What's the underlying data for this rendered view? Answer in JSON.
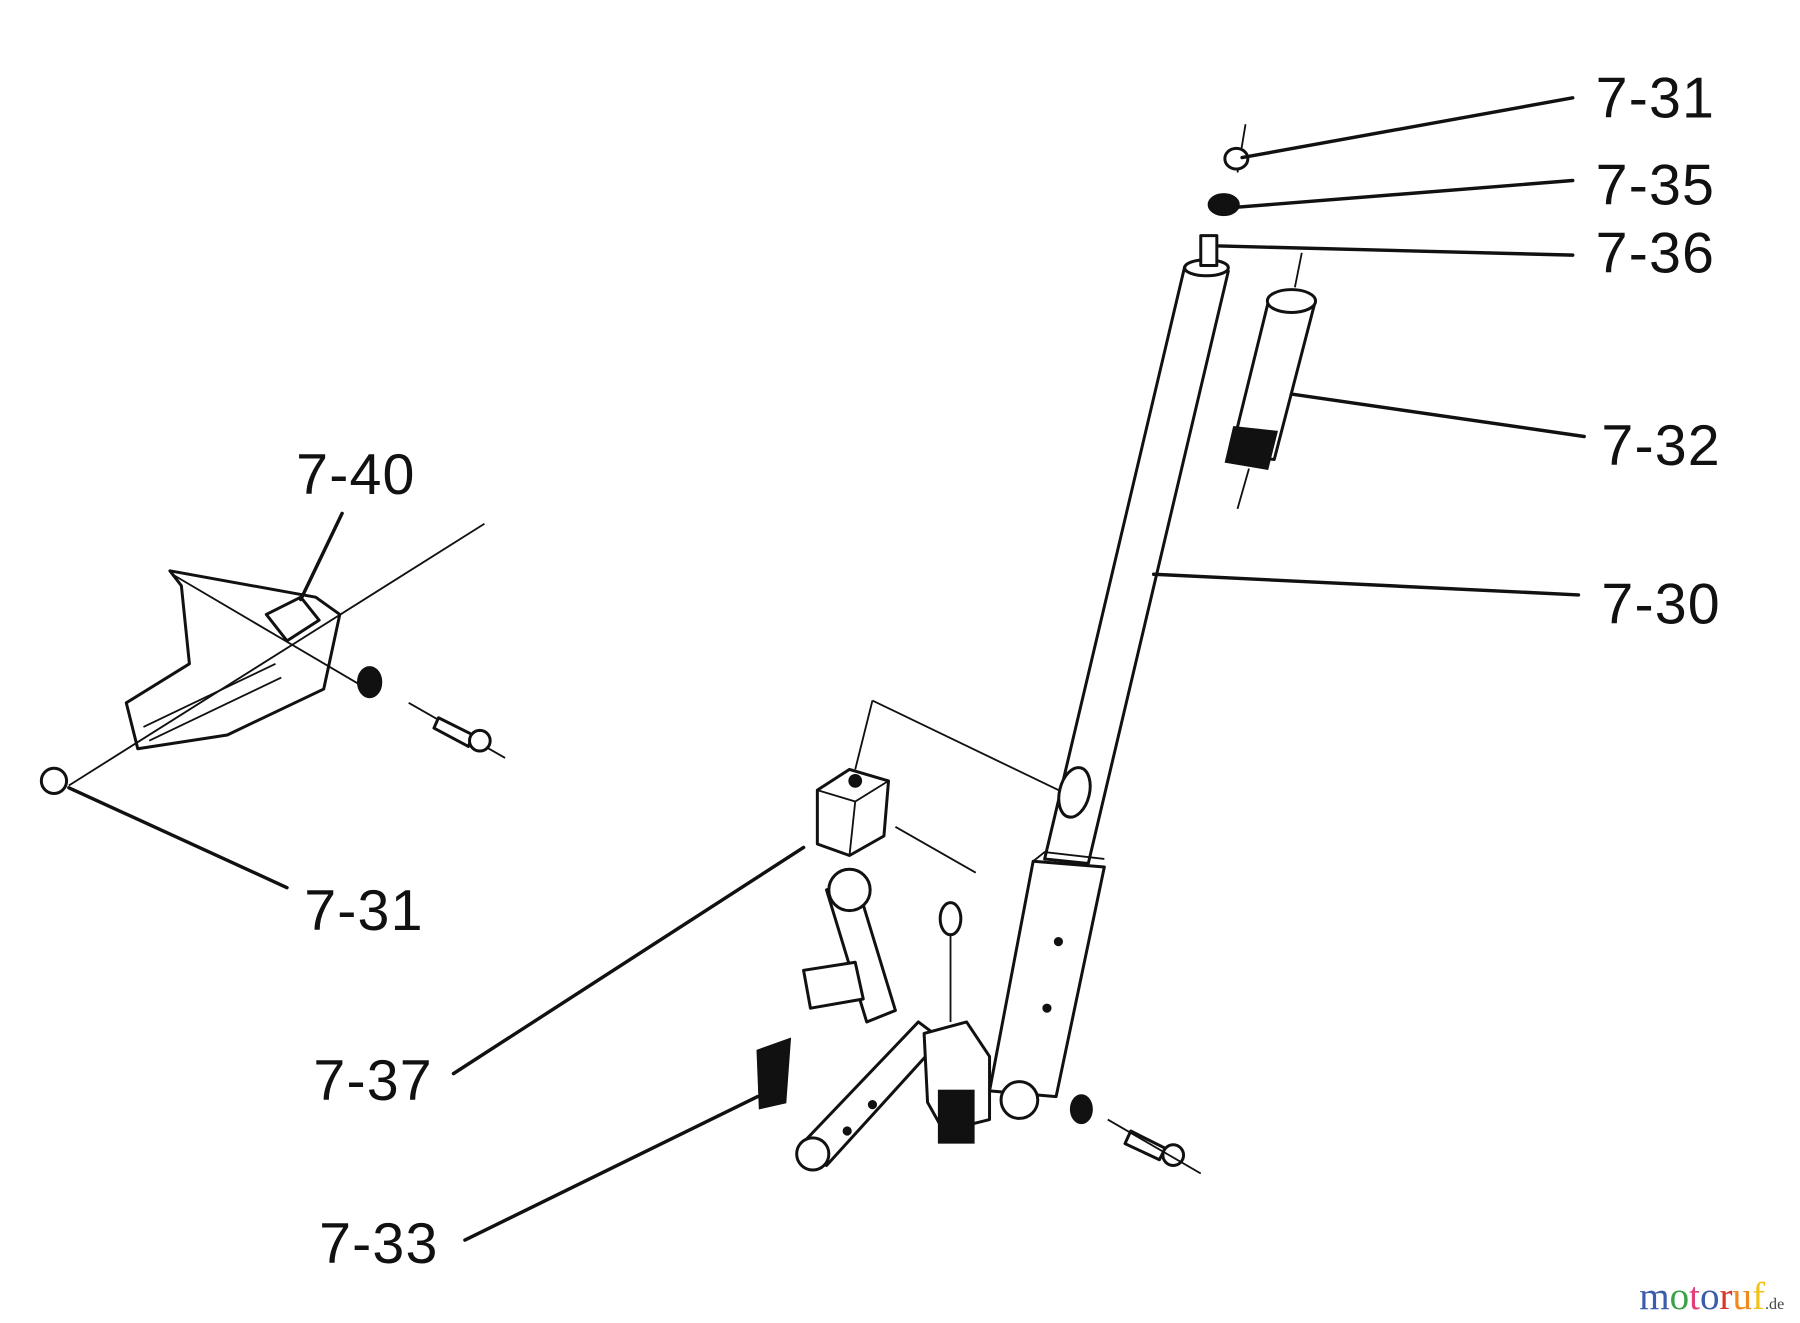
{
  "diagram": {
    "labels": {
      "top_7_31": "7-31",
      "top_7_35": "7-35",
      "top_7_36": "7-36",
      "grip_7_32": "7-32",
      "tube_7_30": "7-30",
      "bracket_7_40": "7-40",
      "left_7_31": "7-31",
      "block_7_37": "7-37",
      "spring_7_33": "7-33"
    }
  },
  "watermark": {
    "letters": [
      "m",
      "o",
      "t",
      "o",
      "r",
      "u",
      "f"
    ],
    "colors": [
      "#3b5bab",
      "#3aa34a",
      "#e0407a",
      "#3b5bab",
      "#d8362b",
      "#f08a1c",
      "#f2c21a"
    ],
    "suffix": ".de"
  }
}
